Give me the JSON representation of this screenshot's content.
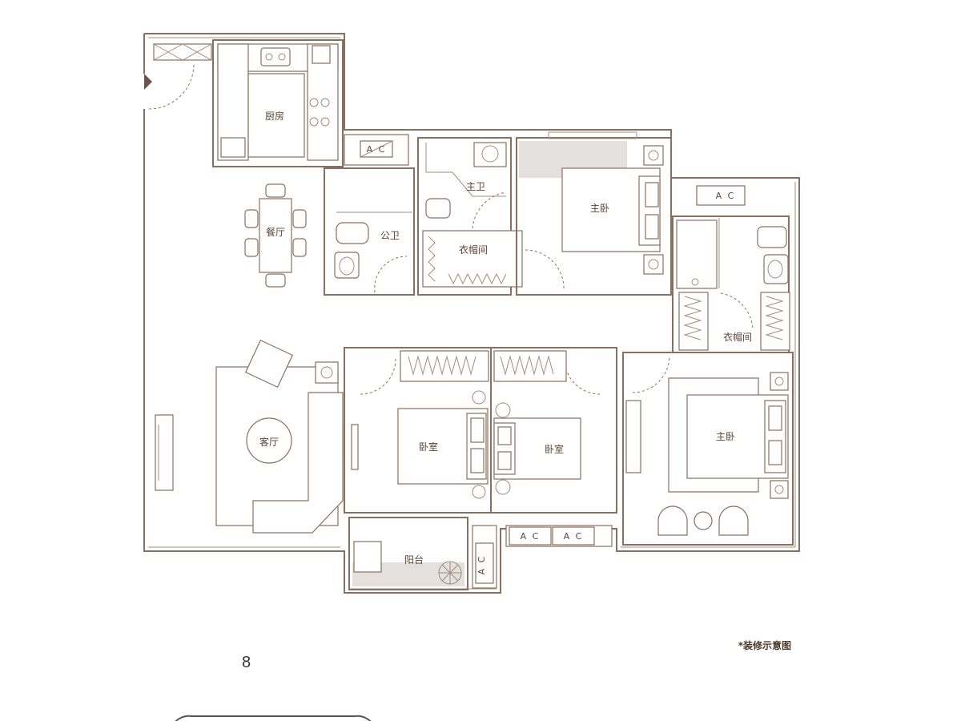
{
  "rooms": {
    "kitchen": "厨房",
    "dining": "餐厅",
    "public_bath": "公卫",
    "master_bath": "主卫",
    "closet_1": "衣帽间",
    "master_bed_1": "主卧",
    "closet_2": "衣帽间",
    "living": "客厅",
    "bedroom_1": "卧室",
    "bedroom_2": "卧室",
    "master_bed_2": "主卧",
    "balcony": "阳台"
  },
  "ac_labels": {
    "ac_1": "A C",
    "ac_2": "A C",
    "ac_3": "A C",
    "ac_4": "A C",
    "ac_5": "A C"
  },
  "note": "*装修示意图",
  "plan_number": "8"
}
